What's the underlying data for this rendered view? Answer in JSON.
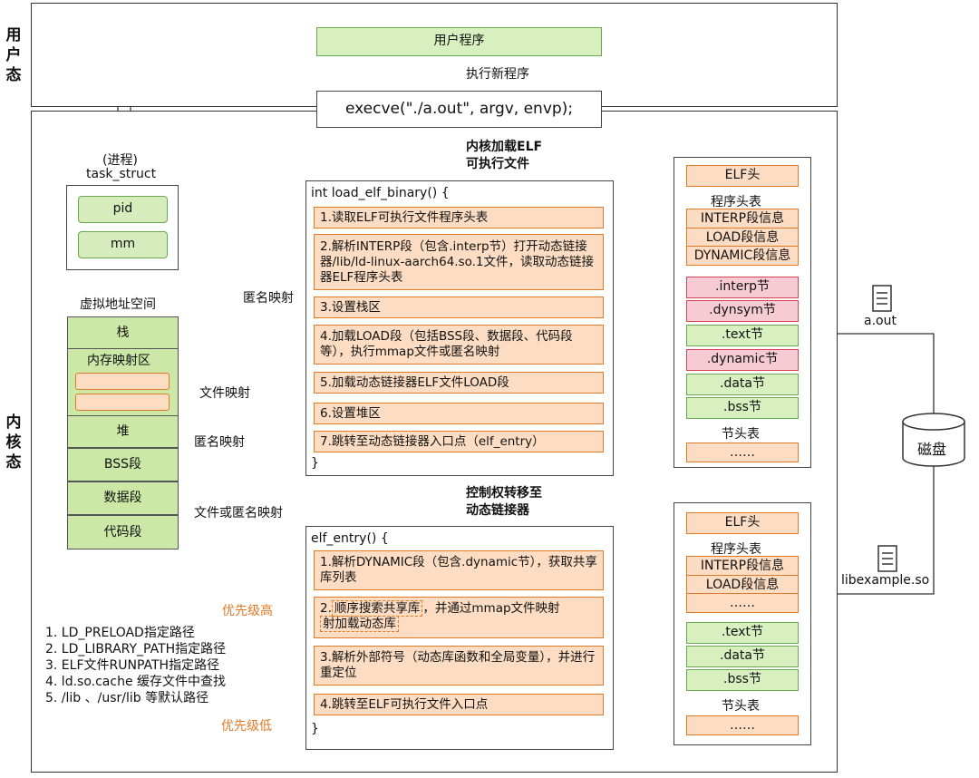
{
  "user_mode": {
    "label": "用户态",
    "user_program": "用户程序",
    "exec_new": "执行新程序"
  },
  "kernel_mode": {
    "label": "内核态"
  },
  "execve": "execve(\"./a.out\", argv, envp);",
  "kernel_load": [
    "内核加载ELF",
    "可执行文件"
  ],
  "task": {
    "process": "(进程)",
    "struct": "task_struct",
    "pid": "pid",
    "mm": "mm",
    "vaddr": "虚拟地址空间"
  },
  "memory": {
    "stack": "栈",
    "mmap_area": "内存映射区",
    "heap": "堆",
    "bss": "BSS段",
    "data": "数据段",
    "code": "代码段"
  },
  "map_labels": {
    "anon_top": "匿名映射",
    "file_map": "文件映射",
    "anon_heap": "匿名映射",
    "file_or_anon": "文件或匿名映射"
  },
  "load_elf": {
    "header": "int load_elf_binary() {",
    "footer": "}",
    "steps": [
      "1.读取ELF可执行文件程序头表",
      "2.解析INTERP段（包含.interp节）打开动态链接器/lib/ld-linux-aarch64.so.1文件，读取动态链接器ELF程序头表",
      "3.设置栈区",
      "4.加载LOAD段（包括BSS段、数据段、代码段等），执行mmap文件或匿名映射",
      "5.加载动态链接器ELF文件LOAD段",
      "6.设置堆区",
      "7.跳转至动态链接器入口点（elf_entry）"
    ]
  },
  "transfer": [
    "控制权转移至",
    "动态链接器"
  ],
  "elf_entry": {
    "header": "elf_entry() {",
    "footer": "}",
    "step1": "1.解析DYNAMIC段（包含.dynamic节），获取共享库列表",
    "step2_pre": "2.",
    "step2_box": "顺序搜索共享库",
    "step2_mid": "，并通过mmap文件映射",
    "step2_box2": "射加载动态库",
    "step3": "3.解析外部符号（动态库函数和全局变量），并进行重定位",
    "step4": "4.跳转至ELF可执行文件入口点"
  },
  "search": {
    "high": "优先级高",
    "low": "优先级低",
    "paths": [
      "1. LD_PRELOAD指定路径",
      "2. LD_LIBRARY_PATH指定路径",
      "3. ELF文件RUNPATH指定路径",
      "4. ld.so.cache 缓存文件中查找",
      "5. /lib 、/usr/lib 等默认路径"
    ]
  },
  "aout": {
    "file": "a.out",
    "elf_header": "ELF头",
    "pht": "程序头表",
    "interp_info": "INTERP段信息",
    "load_info": "LOAD段信息",
    "dynamic_info": "DYNAMIC段信息",
    "interp": ".interp节",
    "dynsym": ".dynsym节",
    "text": ".text节",
    "dynamic": ".dynamic节",
    "data": ".data节",
    "bss": ".bss节",
    "sht": "节头表",
    "dots": "……"
  },
  "lib": {
    "file": "libexample.so",
    "elf_header": "ELF头",
    "pht": "程序头表",
    "interp_info": "INTERP段信息",
    "load_info": "LOAD段信息",
    "dots1": "……",
    "text": ".text节",
    "data": ".data节",
    "bss": ".bss节",
    "sht": "节头表",
    "dots2": "……"
  },
  "disk": "磁盘",
  "colors": {
    "green": "#d8efbf",
    "orange": "#fcdcc2",
    "orange_line": "#e07a26",
    "pink": "#f7cbd3",
    "blue_line": "#5b8fd6"
  }
}
